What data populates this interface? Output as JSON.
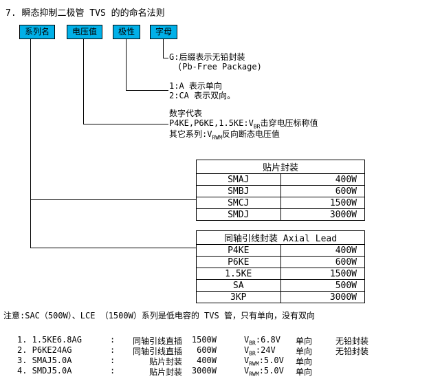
{
  "title": "7. 瞬态抑制二极管 TVS 的的命名法则",
  "boxes": {
    "series": "系列名",
    "voltage": "电压值",
    "polarity": "极性",
    "letter": "字母"
  },
  "letter_note": {
    "line1": "G:后缀表示无铅封装",
    "line2": "(Pb-Free Package)"
  },
  "polarity_note": {
    "line1": "1:A 表示单向",
    "line2": "2:CA 表示双向。"
  },
  "voltage_note": {
    "line1": "数字代表",
    "line2_pre": "P4KE,P6KE,1.5KE:V",
    "line2_sub": "BR",
    "line2_post": "击穿电压标称值",
    "line3_pre": "其它系列:V",
    "line3_sub": "RWM",
    "line3_post": "反向断态电压值"
  },
  "smd_table": {
    "title": "贴片封装",
    "rows": [
      {
        "part": "SMAJ",
        "power": "400W"
      },
      {
        "part": "SMBJ",
        "power": "600W"
      },
      {
        "part": "SMCJ",
        "power": "1500W"
      },
      {
        "part": "SMDJ",
        "power": "3000W"
      }
    ]
  },
  "axial_table": {
    "title": "同轴引线封装 Axial Lead",
    "rows": [
      {
        "part": "P4KE",
        "power": "400W"
      },
      {
        "part": "P6KE",
        "power": "600W"
      },
      {
        "part": "1.5KE",
        "power": "1500W"
      },
      {
        "part": "SA",
        "power": "500W"
      },
      {
        "part": "3KP",
        "power": "3000W"
      }
    ]
  },
  "note": "注意:SAC（500W）、LCE （1500W）系列是低电容的 TVS 管，只有单向，没有双向",
  "examples": [
    {
      "no_part": "1. 1.5KE6.8AG",
      "colon": ":",
      "package": "同轴引线直插",
      "power": "1500W",
      "v_pre": "V",
      "v_sub": "BR",
      "v_post": ":6.8V",
      "direction": "单向",
      "pbfree": "无铅封装"
    },
    {
      "no_part": "2. P6KE24AG",
      "colon": ":",
      "package": "同轴引线直插",
      "power": "600W",
      "v_pre": "V",
      "v_sub": "BR",
      "v_post": ":24V",
      "direction": "单向",
      "pbfree": "无铅封装"
    },
    {
      "no_part": "3. SMAJ5.0A",
      "colon": ":",
      "package": "贴片封装",
      "power": "400W",
      "v_pre": "V",
      "v_sub": "RWM",
      "v_post": ":5.0V",
      "direction": "单向",
      "pbfree": ""
    },
    {
      "no_part": "4. SMDJ5.0A",
      "colon": ":",
      "package": "贴片封装",
      "power": "3000W",
      "v_pre": "V",
      "v_sub": "RWM",
      "v_post": ":5.0V",
      "direction": "单向",
      "pbfree": ""
    }
  ]
}
